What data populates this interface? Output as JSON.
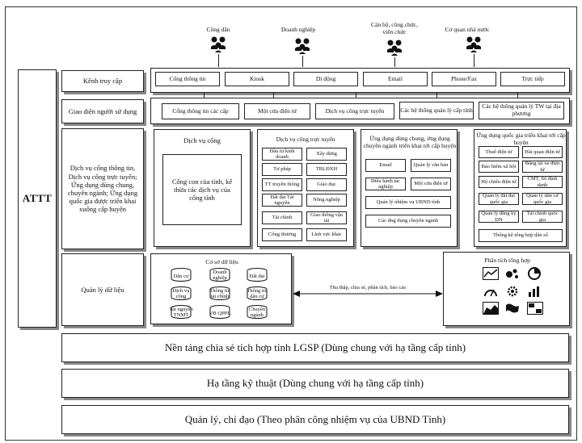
{
  "actors": [
    "Công dân",
    "Doanh nghiệp",
    "Cán bộ, công chức, viên chức",
    "Cơ quan nhà nước"
  ],
  "left_col": {
    "attt": "ATTT",
    "kenh": "Kênh truy cập",
    "giao_dien": "Giao diện người sử dụng",
    "dich_vu": "Dịch vụ cổng thông tin, Dịch vụ công trực tuyến; Ứng dụng dùng chung, chuyên ngành; Ứng dụng quốc gia được triển khai xuống cấp huyện",
    "qldl": "Quản lý dữ liệu"
  },
  "channels": [
    "Cổng thông tin",
    "Kiosk",
    "Di động",
    "Email",
    "Phone/Fax",
    "Trực tiếp"
  ],
  "interfaces": [
    "Cổng thông tin các cấp",
    "Một cửa điện tử",
    "Dịch vụ công trực tuyến",
    "Các hệ thống quản lý cấp tỉnh",
    "Các hệ thống quản lý TW tại địa phương"
  ],
  "dvc": {
    "title": "Dịch vụ cổng",
    "inner": "Cổng con của tỉnh, kế thừa các dịch vụ của cổng tỉnh"
  },
  "dvctt": {
    "title": "Dịch vụ công trực tuyến",
    "items": [
      "Đầu tư kinh doanh",
      "Xây dựng",
      "Tư pháp",
      "TBLĐXH",
      "TT truyền thông",
      "Giáo dục",
      "Đất đai Tài nguyên",
      "Nông nghiệp",
      "Tài chính",
      "Giao thông vận tải",
      "Công thương",
      "Lĩnh vực khác"
    ]
  },
  "uddc": {
    "title": "Ứng dụng dùng chung, ứng dụng chuyên ngành triển khai tới cấp huyện",
    "pair1": [
      "Email",
      "Quản lý văn bản"
    ],
    "pair2": [
      "Điều hành tác nghiệp",
      "Một cửa điện tử"
    ],
    "wide": [
      "Quản lý nhiệm vụ UBND tỉnh",
      "Các ứng dụng chuyên ngành"
    ]
  },
  "udqg": {
    "title": "Ứng dụng quốc gia triển khai tới cấp huyện",
    "items": [
      "Thuế điện tử",
      "Hải quan điện tử",
      "Bảo hiểm xã hội",
      "Bằng lái xe điện tử",
      "Hộ chiếu điện tử",
      "CMT, Số định danh",
      "Quản lý đất đai quốc gia",
      "Quản lý dân cư quốc gia",
      "Quản lý đăng ký DN",
      "Tài chính quốc gia"
    ],
    "wide": "Thống kê tổng hợp dân số"
  },
  "csdl": {
    "title": "Cơ sở dữ liệu",
    "dbs": [
      "Dân cư",
      "Doanh nghiệp",
      "Đất đai",
      "Dịch vụ công",
      "Thông tin tài chính",
      "Thông tin dân cư",
      "Tài nguyên TNMT",
      "VB QPPL",
      "Chuyên ngành"
    ]
  },
  "flow_label": "Thu thập, chia sẻ, phân tích, báo cáo",
  "ptth": {
    "title": "Phân tích tổng hợp"
  },
  "layers": [
    "Nền tảng chia sẻ tích hợp tỉnh LGSP (Dùng chung với hạ tầng cấp tỉnh)",
    "Hạ tầng kỹ thuật (Dùng chung với hạ tầng cấp tỉnh)",
    "Quản lý, chỉ đạo (Theo phân công nhiệm vụ của UBND Tỉnh)"
  ]
}
